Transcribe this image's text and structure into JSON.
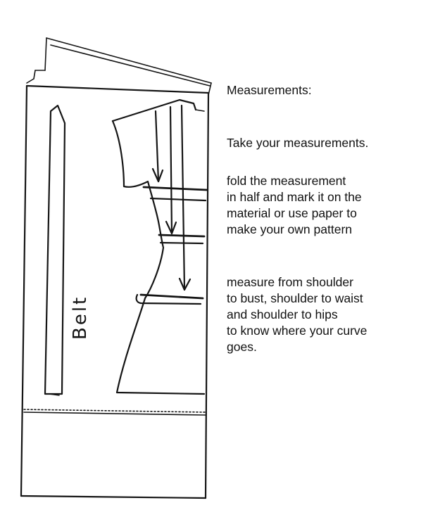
{
  "notes": {
    "heading": "Measurements:",
    "step1": "Take your measurements.",
    "step2": "fold the measurement\nin half and mark it on the\nmaterial or use paper to\nmake your own pattern",
    "step3": "measure from shoulder\nto bust, shoulder to waist\nand shoulder to hips\nto know where your curve\ngoes."
  },
  "sketch": {
    "belt_label": "Belt"
  }
}
